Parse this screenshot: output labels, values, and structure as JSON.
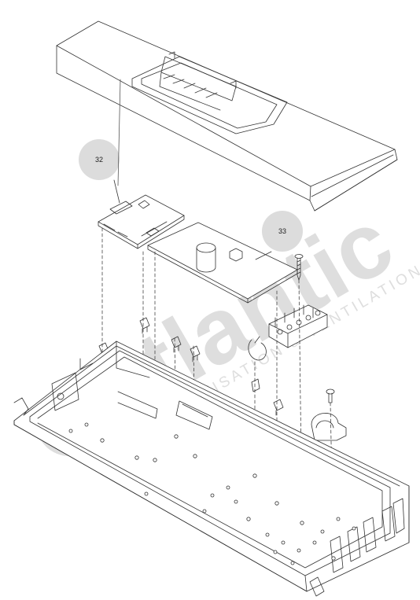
{
  "callouts": [
    {
      "label": "32"
    },
    {
      "label": "33"
    }
  ],
  "watermark": {
    "brand": "atlantic",
    "tagline": "CLIMATISATION & VENTILATION",
    "color": "#d6d6d6"
  },
  "colors": {
    "line": "#333333",
    "callout_fill": "#dcdcdc"
  }
}
